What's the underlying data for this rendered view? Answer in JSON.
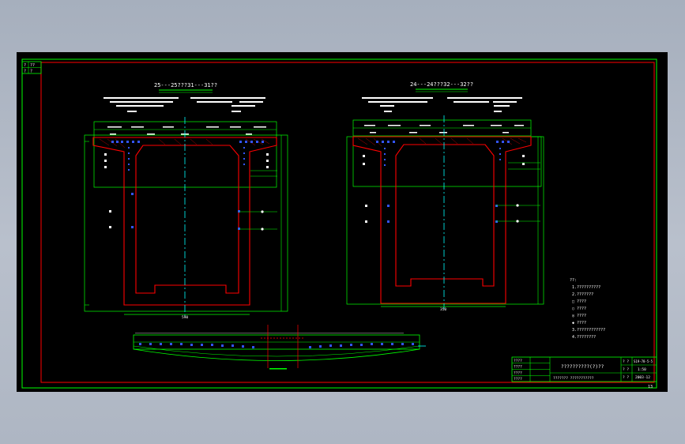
{
  "drawing": {
    "revision_box": [
      "?",
      "??",
      "?",
      "?"
    ],
    "left_section": {
      "title": "25---25???31---31??",
      "bottom_dim": "590"
    },
    "right_section": {
      "title": "24---24???32---32??",
      "bottom_dim": "350"
    },
    "notes": {
      "heading": "??:",
      "items": [
        "1.??????????",
        "2.???????",
        "□ ????",
        "○ ????",
        "◎ ????",
        "◆ ????",
        "3.????????????",
        "4.????????"
      ]
    },
    "title_block": {
      "left_labels": [
        "????",
        "????",
        "????",
        "????"
      ],
      "drawing_title": "??????????(?)??",
      "subtitle": "??????? ???????????",
      "right_col": [
        "? ?",
        "? ?",
        "? ?"
      ],
      "right_vals": [
        "S19-78-5-5",
        "1:50",
        "2003·12"
      ],
      "sheet_no": "13"
    },
    "colors": {
      "background": "#000000",
      "border_green": "#00ff00",
      "inner_red": "#ff0000",
      "centerline": "#00ffff",
      "tendon_blue": "#0000ff"
    }
  }
}
